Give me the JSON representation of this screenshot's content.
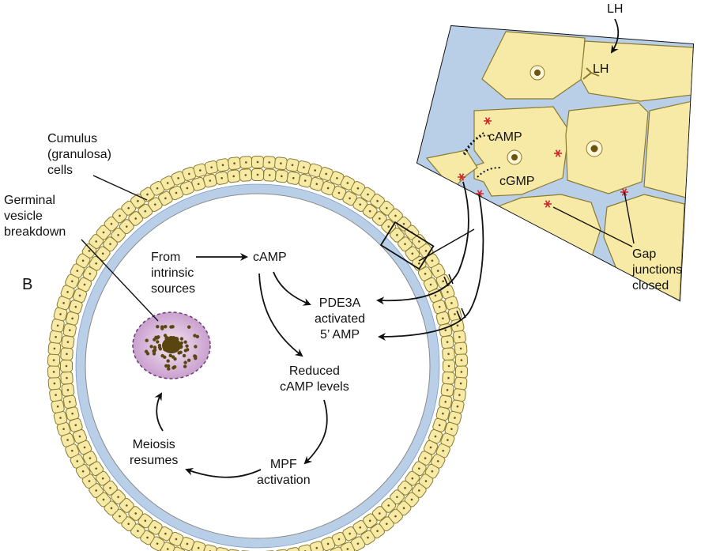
{
  "panel_letter": "B",
  "labels": {
    "cumulus": [
      "Cumulus",
      "(granulosa)",
      "cells"
    ],
    "germinal": [
      "Germinal",
      "vesicle",
      "breakdown"
    ],
    "from_intrinsic": [
      "From",
      "intrinsic",
      "sources"
    ],
    "camp_top": "cAMP",
    "pde3a": [
      "PDE3A",
      "activated",
      "5’ AMP"
    ],
    "reduced": [
      "Reduced",
      "cAMP levels"
    ],
    "mpf": [
      "MPF",
      "activation"
    ],
    "meiosis": [
      "Meiosis",
      "resumes"
    ],
    "lh_outer": "LH",
    "lh_inner": "LH",
    "camp_inset": "cAMP",
    "cgmp_inset": "cGMP",
    "gap": [
      "Gap",
      "junctions",
      "closed"
    ]
  },
  "colors": {
    "cell_fill": "#f7eaa6",
    "cell_stroke": "#8a7a2e",
    "nucleus": "#6b5412",
    "space_blue": "#b9cfe8",
    "oocyte_fill": "#d9b8dc",
    "gap_junction": "#d1232a",
    "chromatin": "#5a4510"
  }
}
